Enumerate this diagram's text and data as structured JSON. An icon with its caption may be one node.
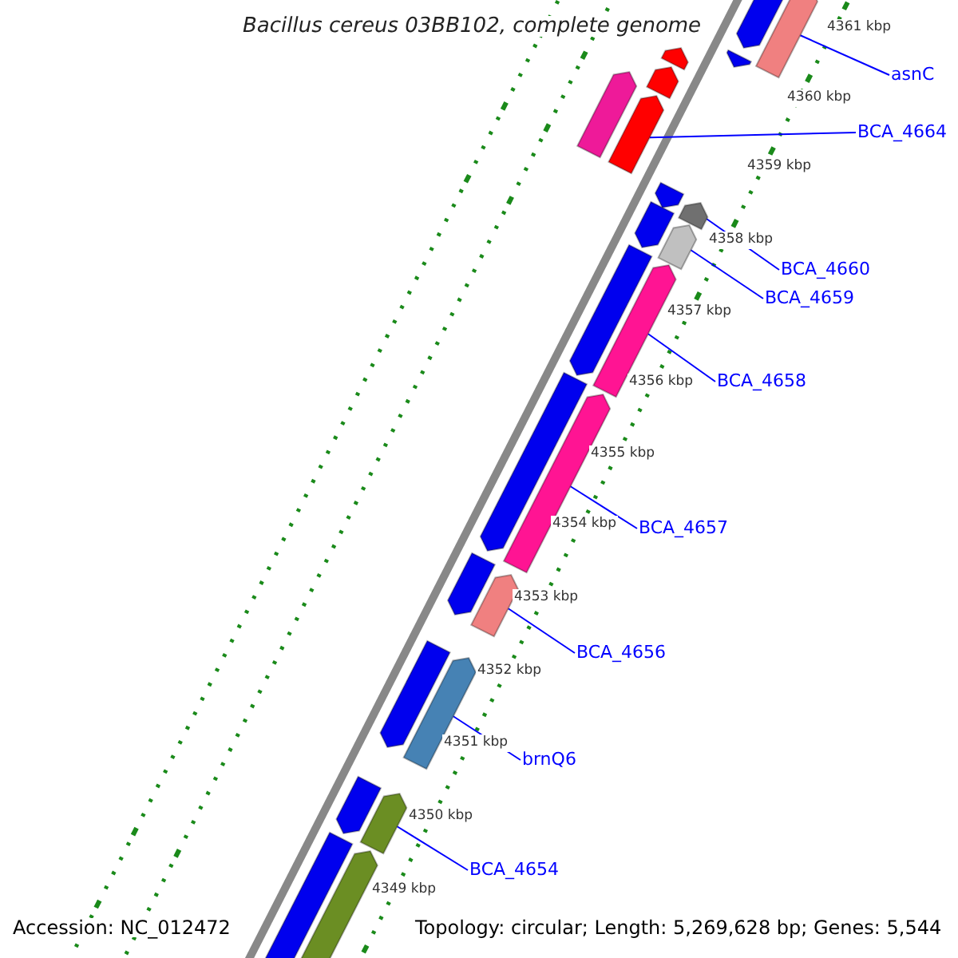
{
  "diagram": {
    "title": "Bacillus cereus 03BB102, complete genome",
    "nodes": [
      {
        "text": [
          "asnC"
        ]
      },
      {
        "text": [],
        "shape": "bar"
      },
      {
        "text": [
          "BCA_4664"
        ]
      },
      {
        "text": [],
        "shape": "bar"
      },
      {
        "text": [
          "BCA_4660"
        ]
      },
      {
        "text": [],
        "shape": "bar"
      },
      {
        "text": [
          "BCA_4659"
        ]
      },
      {
        "text": [],
        "shape": "bar"
      },
      {
        "text": [
          "BCA_4658"
        ]
      },
      {
        "text": [],
        "shape": "bar"
      },
      {
        "text": [
          "BCA_4657"
        ]
      },
      {
        "text": [],
        "shape": "bar"
      },
      {
        "text": [
          "BCA_4656"
        ]
      },
      {
        "text": [],
        "shape": "bar"
      },
      {
        "text": [
          "brnQ6"
        ]
      },
      {
        "text": [],
        "shape": "bar"
      },
      {
        "text": [
          "BCA_4654"
        ]
      },
      {
        "text": [],
        "shape": "bar"
      },
      {
        "text": [],
        "shape": "bar"
      },
      {
        "text": [],
        "shape": "bar"
      },
      {
        "text": [],
        "shape": "bar"
      },
      {
        "text": [],
        "shape": "bar"
      },
      {
        "text": [],
        "shape": "bar"
      },
      {
        "text": [],
        "shape": "bar"
      },
      {
        "text": [],
        "shape": "bar"
      },
      {
        "text": [],
        "shape": "bar"
      },
      {
        "text": [],
        "shape": "bar"
      },
      {
        "text": [],
        "shape": "bar"
      },
      {
        "text": [],
        "shape": "bar"
      },
      {
        "text": [],
        "shape": "bar"
      },
      {
        "text": [],
        "shape": "bar"
      },
      {
        "text": [],
        "shape": "bar"
      }
    ],
    "edges": [
      {
        "from": 0,
        "to": 1,
        "arrow": "none"
      },
      {
        "from": 2,
        "to": 3,
        "arrow": "none"
      },
      {
        "from": 4,
        "to": 5,
        "arrow": "none"
      },
      {
        "from": 6,
        "to": 7,
        "arrow": "none"
      },
      {
        "from": 8,
        "to": 9,
        "arrow": "none"
      },
      {
        "from": 10,
        "to": 11,
        "arrow": "none"
      },
      {
        "from": 12,
        "to": 13,
        "arrow": "none"
      },
      {
        "from": 14,
        "to": 15,
        "arrow": "none"
      },
      {
        "from": 16,
        "to": 17,
        "arrow": "none"
      }
    ],
    "labels": [
      "4361 kbp",
      "4360 kbp",
      "4359 kbp",
      "4358 kbp",
      "4357 kbp",
      "4356 kbp",
      "4355 kbp",
      "4354 kbp",
      "4353 kbp",
      "4352 kbp",
      "4351 kbp",
      "4350 kbp",
      "4349 kbp",
      "Accession: NC_012472",
      "Topology: circular; Length: 5,269,628 bp; Genes: 5,544"
    ]
  }
}
